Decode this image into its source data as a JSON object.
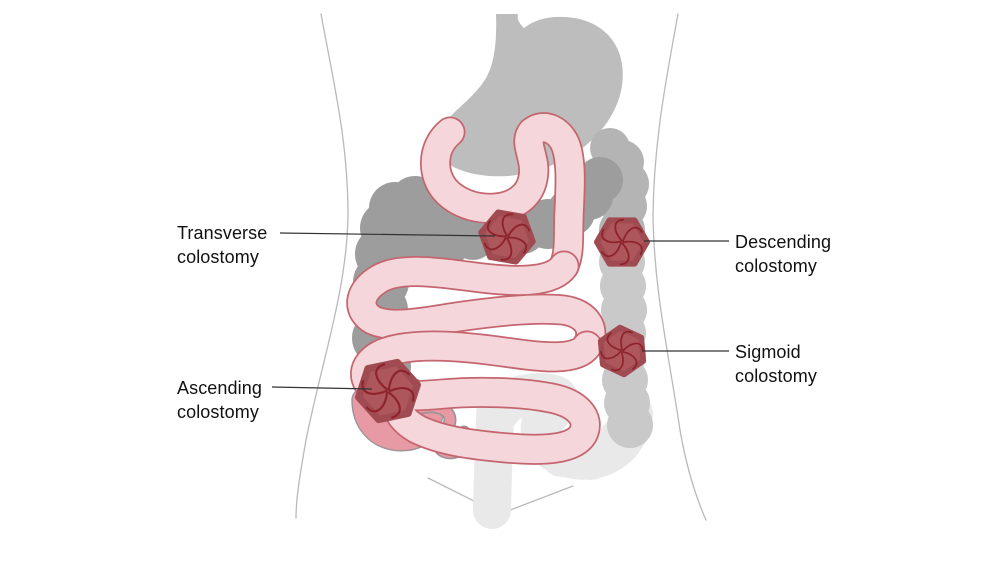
{
  "figure": {
    "subject": "Colostomy placement diagram on abdominal anatomy",
    "labels": {
      "transverse": "Transverse colostomy",
      "ascending": "Ascending colostomy",
      "descending": "Descending colostomy",
      "sigmoid": "Sigmoid colostomy"
    },
    "colors": {
      "background": "#ffffff",
      "body_outline": "#b9b9b9",
      "stomach_gray": "#bdbdbd",
      "proximal_colon_gray": "#9d9d9d",
      "splenic_flexure_gray": "#b4b4b4",
      "descending_colon_gray": "#c9c9c9",
      "sigmoid_rectum_gray": "#e9e9e9",
      "small_intestine_fill": "#f5d7db",
      "small_intestine_outline": "#c4656f",
      "cecum_pink": "#e89aa4",
      "cecum_outline": "#9e9397",
      "stoma_fill": "#ad565c",
      "stoma_rim": "#a04a51",
      "stoma_swirl": "#8f232c",
      "leader_line": "#333333",
      "label_text": "#111111"
    }
  }
}
